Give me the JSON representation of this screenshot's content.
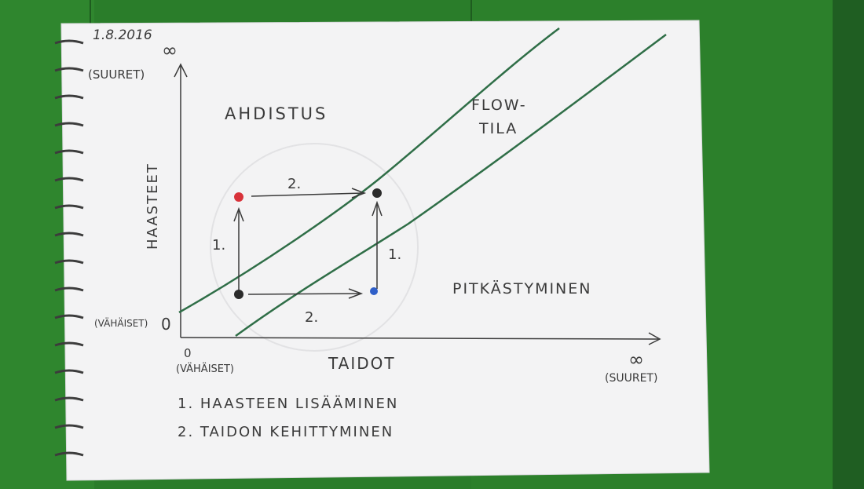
{
  "date": "1.8.2016",
  "y_axis": {
    "label": "HAASTEET",
    "top": "∞",
    "top_note": "(SUURET)",
    "origin_note": "(VÄHÄISET)",
    "origin_value": "0"
  },
  "x_axis": {
    "label": "TAIDOT",
    "origin_value": "0",
    "origin_note": "(VÄHÄISET)",
    "end": "∞",
    "end_note": "(SUURET)"
  },
  "regions": {
    "upper": "AHDISTUS",
    "channel_line1": "FLOW-",
    "channel_line2": "TILA",
    "lower": "PITKÄSTYMINEN"
  },
  "arrow_labels": {
    "up_left": "1.",
    "up_right": "1.",
    "right_top": "2.",
    "right_bottom": "2."
  },
  "points": {
    "start": "#2b2b2b",
    "challenge": "#d8323a",
    "skill": "#2f5fc8",
    "goal": "#2b2b2b"
  },
  "colors": {
    "flow_line": "#2f6e47",
    "pencil": "#3a3a3a",
    "date_ink": "#3a5fb8"
  },
  "legend": [
    "1. HAASTEEN LISÄÄMINEN",
    "2. TAIDON KEHITTYMINEN"
  ]
}
